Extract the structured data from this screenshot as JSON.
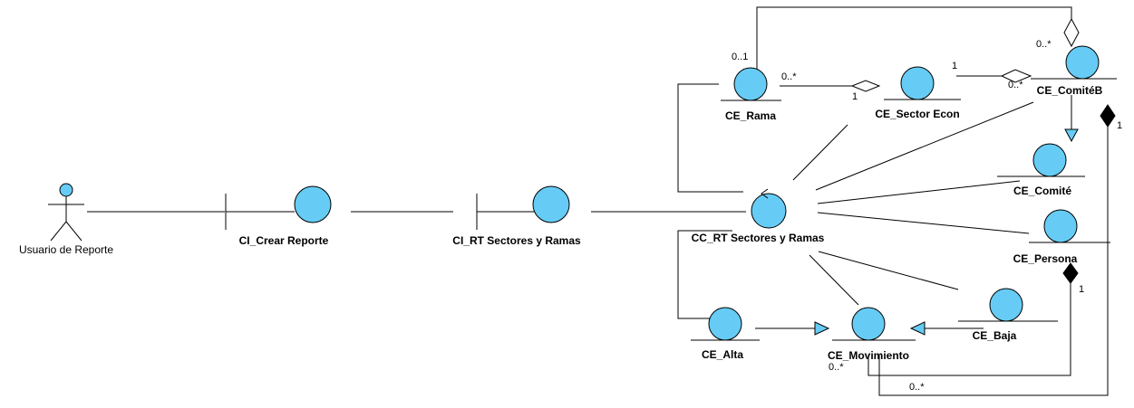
{
  "diagram": {
    "actor": {
      "label": "Usuario de Reporte"
    },
    "classes": {
      "ci_crear_reporte": "CI_Crear Reporte",
      "ci_rt_sectores": "CI_RT Sectores y Ramas",
      "cc_rt_sectores": "CC_RT Sectores y Ramas",
      "ce_rama": "CE_Rama",
      "ce_sector_econ": "CE_Sector Econ",
      "ce_comite_b": "CE_ComitéB",
      "ce_comite": "CE_Comité",
      "ce_persona": "CE_Persona",
      "ce_alta": "CE_Alta",
      "ce_movimiento": "CE_Movimiento",
      "ce_baja": "CE_Baja"
    },
    "multiplicities": {
      "rama_top": "0..1",
      "rama_sector": "0..*",
      "sector_one": "1",
      "sector_comite_one": "1",
      "sector_comite_many": "0..*",
      "comiteb_many": "0..*",
      "comiteb_comp_one": "1",
      "persona_comp_one": "1",
      "movimiento_many": "0..*",
      "bottom_many": "0..*"
    },
    "colors": {
      "entity_fill": "#66ccf5",
      "line": "#000000"
    }
  }
}
